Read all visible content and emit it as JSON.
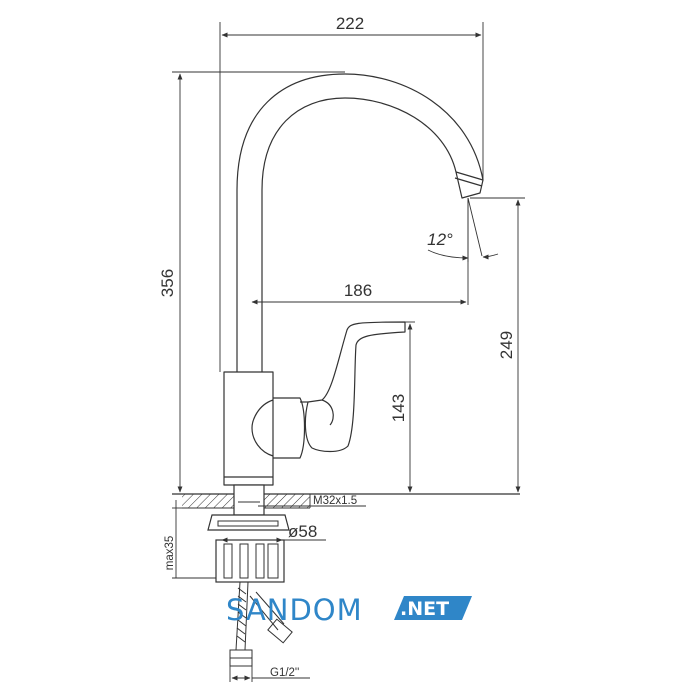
{
  "dimensions": {
    "overall_width": "222",
    "overall_height": "356",
    "spout_reach": "186",
    "spout_height": "249",
    "lever_height": "143",
    "spout_angle": "12°",
    "mount_thread": "M32x1.5",
    "nut_diameter": "ø58",
    "max_counter_thickness": "max35",
    "hose_connection": "G1/2''"
  },
  "watermark": {
    "brand": "SANDOM",
    "suffix": ".NET",
    "color": "#2f86c8"
  },
  "colors": {
    "line": "#333333",
    "background": "#ffffff"
  }
}
